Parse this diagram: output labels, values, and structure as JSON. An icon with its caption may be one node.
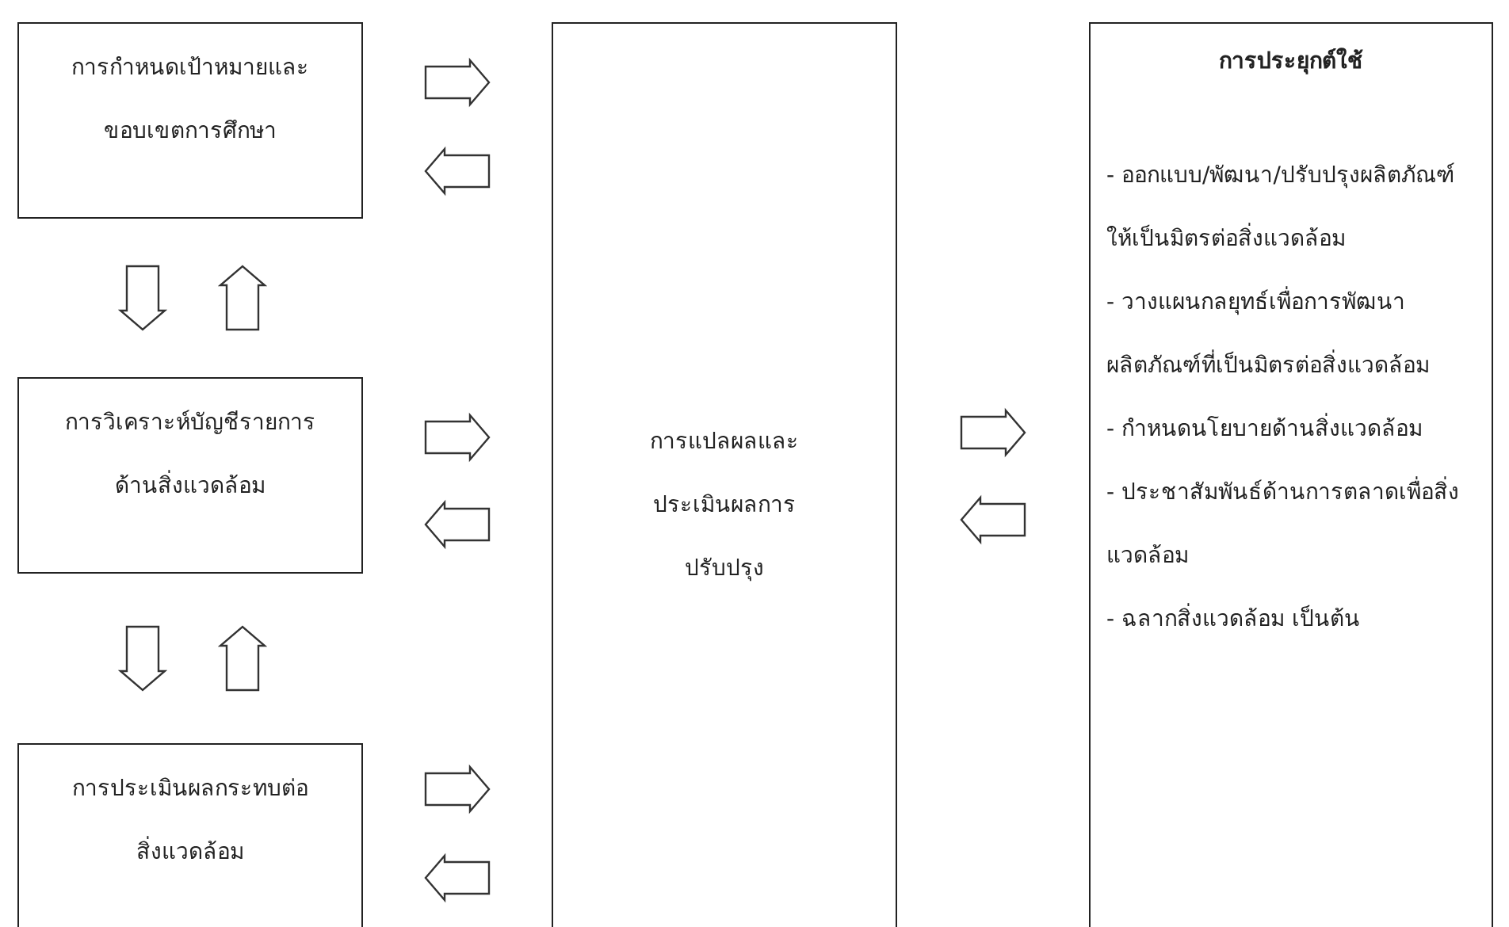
{
  "diagram": {
    "nodes": [
      {
        "text": [
          "การกำหนดเป้าหมายและขอบเขตการศึกษา"
        ]
      },
      {
        "text": [
          "การวิเคราะห์บัญชีรายการด้านสิ่งแวดล้อม"
        ]
      },
      {
        "text": [
          "การประเมินผลกระทบต่อสิ่งแวดล้อม"
        ]
      },
      {
        "text": [
          "การแปลผลและประเมินผลการปรับปรุง"
        ]
      },
      {
        "text": [
          "การประยุกต์ใช้",
          "- ออกแบบ/พัฒนา/ปรับปรุงผลิตภัณฑ์ให้เป็นมิตรต่อสิ่งแวดล้อม",
          "- วางแผนกลยุทธ์เพื่อการพัฒนาผลิตภัณฑ์ที่เป็นมิตรต่อสิ่งแวดล้อม",
          "- กำหนดนโยบายด้านสิ่งแวดล้อม",
          "- ประชาสัมพันธ์ด้านการตลาดเพื่อสิ่งแวดล้อม",
          "- ฉลากสิ่งแวดล้อม เป็นต้น"
        ]
      }
    ],
    "edges": [
      {
        "from": 0,
        "to": 3,
        "arrow": "to"
      },
      {
        "from": 3,
        "to": 0,
        "arrow": "to"
      },
      {
        "from": 0,
        "to": 1,
        "arrow": "to"
      },
      {
        "from": 1,
        "to": 0,
        "arrow": "to"
      },
      {
        "from": 1,
        "to": 3,
        "arrow": "to"
      },
      {
        "from": 3,
        "to": 1,
        "arrow": "to"
      },
      {
        "from": 1,
        "to": 2,
        "arrow": "to"
      },
      {
        "from": 2,
        "to": 1,
        "arrow": "to"
      },
      {
        "from": 2,
        "to": 3,
        "arrow": "to"
      },
      {
        "from": 3,
        "to": 2,
        "arrow": "to"
      },
      {
        "from": 3,
        "to": 4,
        "arrow": "to"
      },
      {
        "from": 4,
        "to": 3,
        "arrow": "to"
      }
    ]
  }
}
